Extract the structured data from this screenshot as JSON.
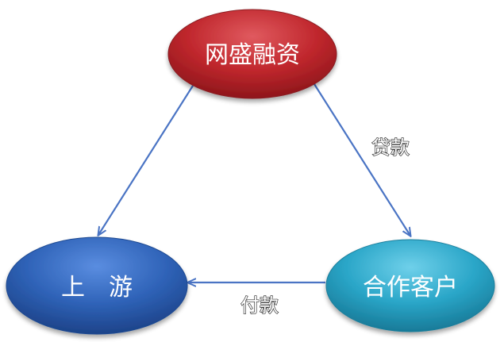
{
  "nodes": {
    "top": {
      "label": "网盛融资",
      "color": "#b8232a"
    },
    "left": {
      "label": "上　游",
      "color": "#2f63b8"
    },
    "right": {
      "label": "合作客户",
      "color": "#2aa6c8"
    }
  },
  "edges": {
    "top_to_left": {
      "label": ""
    },
    "top_to_right": {
      "label": "贷款"
    },
    "right_to_left": {
      "label": "付款"
    }
  },
  "colors": {
    "arrow": "#4a74c4"
  }
}
